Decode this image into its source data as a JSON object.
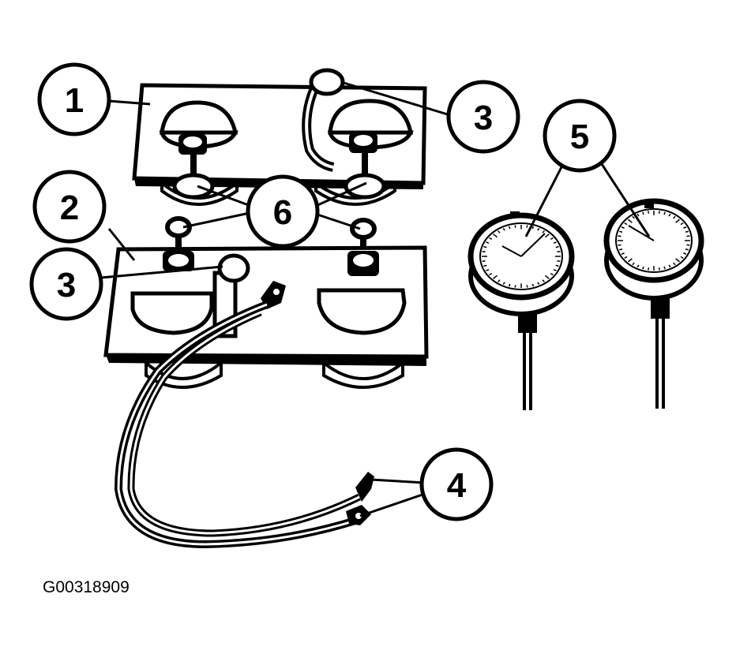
{
  "callouts": {
    "c1": "1",
    "c2": "2",
    "c3_top": "3",
    "c3_bottom": "3",
    "c4": "4",
    "c5": "5",
    "c6": "6"
  },
  "figure_id": "G00318909",
  "colors": {
    "ink": "#000000",
    "paper": "#ffffff"
  }
}
